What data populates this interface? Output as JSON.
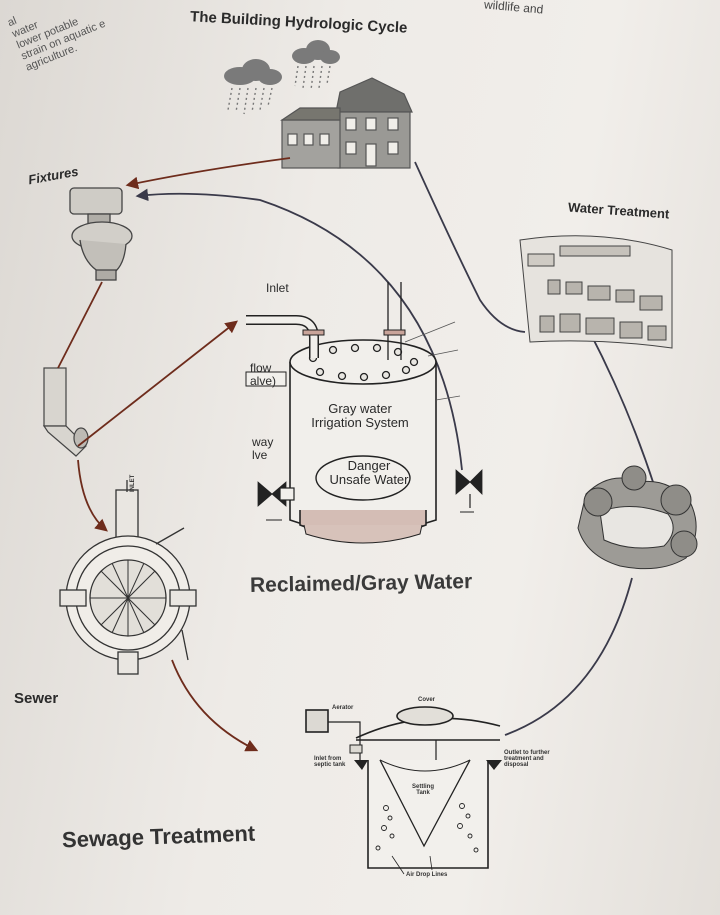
{
  "title": "The Building Hydrologic Cycle",
  "corner_text": {
    "left_lines": [
      "al",
      "water",
      "lower potable",
      "strain on aquatic e",
      "agriculture."
    ],
    "right": "wildlife and"
  },
  "labels": {
    "fixtures": "Fixtures",
    "water_treatment": "Water Treatment",
    "reclaimed": "Reclaimed/Gray Water",
    "sewer": "Sewer",
    "sewage_treatment": "Sewage Treatment"
  },
  "tank": {
    "inlet": "Inlet",
    "flow_valve": [
      "flow",
      "alve)"
    ],
    "way_valve": [
      "way",
      "lve"
    ],
    "system_name": [
      "Gray water",
      "Irrigation System"
    ],
    "warning": [
      "Danger",
      "Unsafe Water"
    ]
  },
  "sewage_tank": {
    "aerator": "Aerator",
    "cover": "Cover",
    "inlet": [
      "Inlet from",
      "septic tank"
    ],
    "settling": [
      "Settling",
      "Tank"
    ],
    "outlet": [
      "Outlet to further",
      "treatment and",
      "disposal"
    ],
    "air_drop": "Air Drop Lines"
  },
  "sewer_pipe_label": "INLET"
}
